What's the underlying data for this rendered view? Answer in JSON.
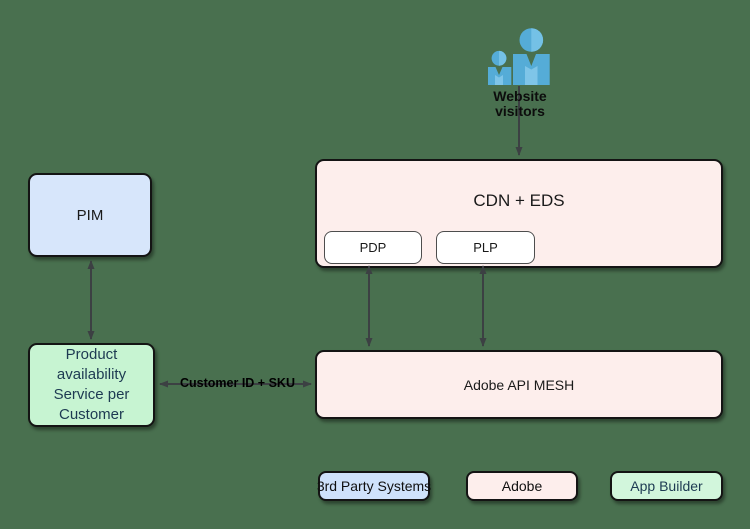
{
  "diagram": {
    "background_color": "#49704f",
    "nodes": {
      "visitors": {
        "label": "Website visitors",
        "lines": [
          "Website",
          "visitors"
        ],
        "icon": "website-visitors-icon",
        "icon_colors": [
          "#55acd7",
          "#7cc3e6"
        ]
      },
      "pim": {
        "label": "PIM",
        "fill": "#d7e6fb",
        "category": "3rd Party Systems"
      },
      "product_service": {
        "label": "Product availability Service per Customer",
        "lines": [
          "Product",
          "availability",
          "Service per",
          "Customer"
        ],
        "fill": "#c7f4d2",
        "text_color": "#1d3a52",
        "category": "App Builder"
      },
      "cdn": {
        "label": "CDN + EDS",
        "fill": "#fdeeec",
        "category": "Adobe"
      },
      "pdp": {
        "label": "PDP",
        "fill": "#ffffff"
      },
      "plp": {
        "label": "PLP",
        "fill": "#ffffff"
      },
      "mesh": {
        "label": "Adobe API MESH",
        "fill": "#fdeeec",
        "category": "Adobe"
      }
    },
    "edges": [
      {
        "from": "visitors",
        "to": "cdn",
        "label": "",
        "arrows": "end"
      },
      {
        "from": "pim",
        "to": "product_service",
        "label": "",
        "arrows": "both"
      },
      {
        "from": "product_service",
        "to": "mesh",
        "label": "Customer ID + SKU",
        "arrows": "both"
      },
      {
        "from": "pdp",
        "to": "mesh",
        "label": "",
        "arrows": "both"
      },
      {
        "from": "plp",
        "to": "mesh",
        "label": "",
        "arrows": "both"
      }
    ],
    "edge_color": "#3c4043",
    "legend": [
      {
        "label": "3rd Party Systems",
        "fill": "#cfe2fb"
      },
      {
        "label": "Adobe",
        "fill": "#fdeeec"
      },
      {
        "label": "App Builder",
        "fill": "#d2f6dc",
        "text_color": "#1d3a52"
      }
    ]
  }
}
